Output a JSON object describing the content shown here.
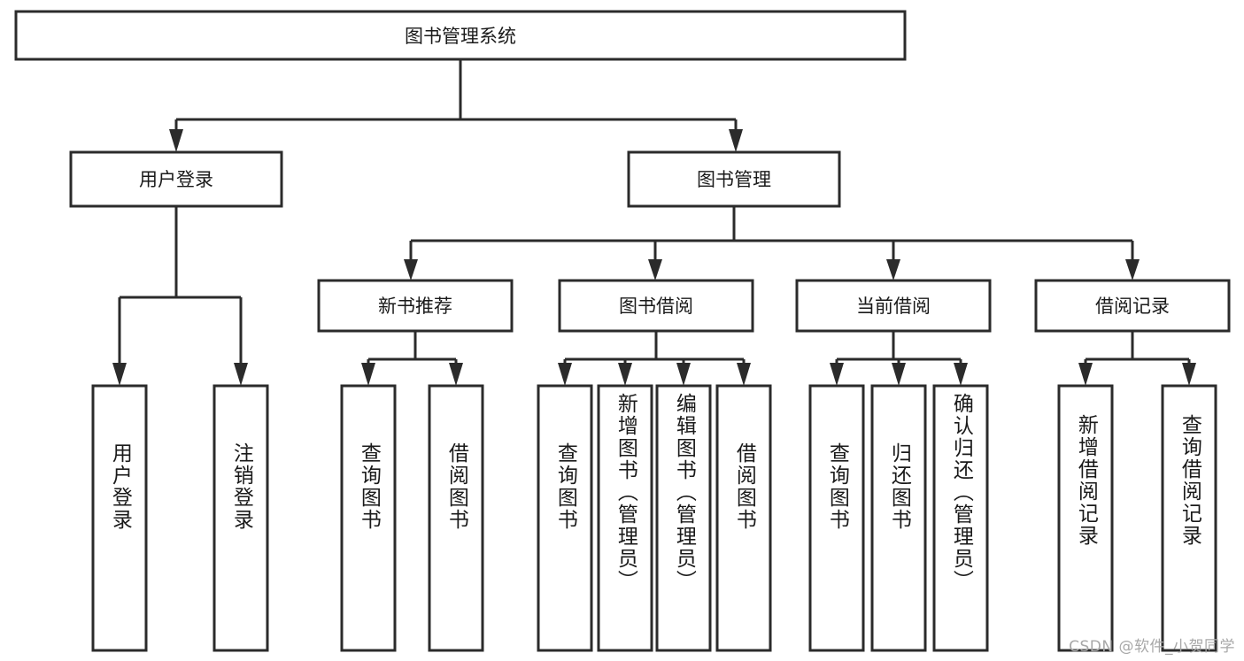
{
  "diagram": {
    "title": "图书管理系统",
    "type": "tree-hierarchy",
    "background_color": "#ffffff",
    "line_color": "#2b2b2b",
    "text_color": "#1a1a1a",
    "box_fill": "#ffffff"
  },
  "root": {
    "label": "图书管理系统"
  },
  "level1": [
    {
      "label": "用户登录"
    },
    {
      "label": "图书管理"
    }
  ],
  "level2": [
    {
      "label": "新书推荐"
    },
    {
      "label": "图书借阅"
    },
    {
      "label": "当前借阅"
    },
    {
      "label": "借阅记录"
    }
  ],
  "leaves": {
    "user_login": [
      {
        "label": "用户登录"
      },
      {
        "label": "注销登录"
      }
    ],
    "new_book_recommend": [
      {
        "label": "查询图书"
      },
      {
        "label": "借阅图书"
      }
    ],
    "book_borrow": [
      {
        "label": "查询图书"
      },
      {
        "label": "新增图书（管理员）"
      },
      {
        "label": "编辑图书（管理员）"
      },
      {
        "label": "借阅图书"
      }
    ],
    "current_borrow": [
      {
        "label": "查询图书"
      },
      {
        "label": "归还图书"
      },
      {
        "label": "确认归还（管理员）"
      }
    ],
    "borrow_record": [
      {
        "label": "新增借阅记录"
      },
      {
        "label": "查询借阅记录"
      }
    ]
  },
  "watermark": {
    "text": "CSDN @软件_小贺同学"
  }
}
